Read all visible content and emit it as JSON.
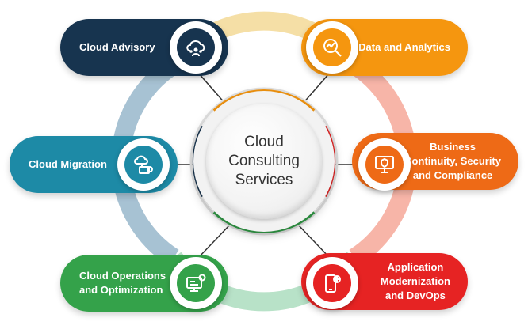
{
  "center": {
    "title": "Cloud\nConsulting\nServices"
  },
  "colors": {
    "ring_top": "#f5dfa6",
    "ring_right": "#f7b5a8",
    "ring_left": "#a7c2d3",
    "ring_bottom": "#b8e2c8",
    "connector": "#333333"
  },
  "services": [
    {
      "id": "cloud-advisory",
      "label": "Cloud Advisory",
      "icon": "cloud-users-icon",
      "color": "#17344f",
      "side": "left"
    },
    {
      "id": "data-analytics",
      "label": "Data and Analytics",
      "icon": "analytics-magnifier-icon",
      "color": "#f5960f",
      "side": "right"
    },
    {
      "id": "cloud-migration",
      "label": "Cloud Migration",
      "icon": "cloud-migration-icon",
      "color": "#1d8aa6",
      "side": "left"
    },
    {
      "id": "business-continuity",
      "label": "Business\nContinuity, Security\nand Compliance",
      "icon": "security-monitor-icon",
      "color": "#ee6a16",
      "side": "right"
    },
    {
      "id": "cloud-operations",
      "label": "Cloud Operations\nand Optimization",
      "icon": "operations-gear-icon",
      "color": "#34a24a",
      "side": "left"
    },
    {
      "id": "app-modernization",
      "label": "Application\nModernization\nand DevOps",
      "icon": "devops-mobile-icon",
      "color": "#e62323",
      "side": "right"
    }
  ]
}
